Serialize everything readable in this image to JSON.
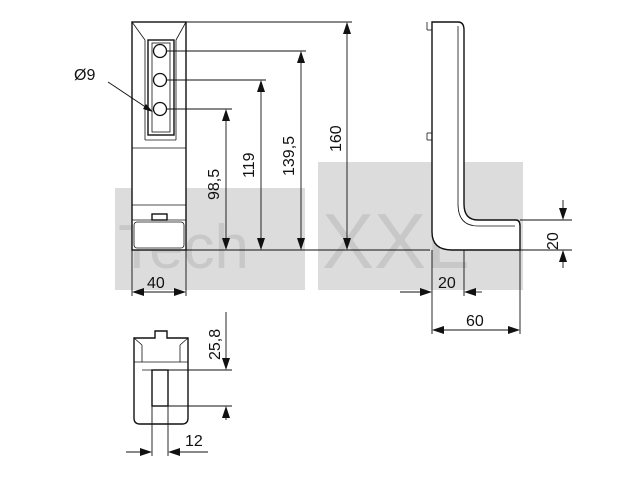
{
  "watermark": {
    "text1": "Tech",
    "text2": "XXL"
  },
  "dimensions": {
    "hole_diameter": "Ø9",
    "height_98_5": "98,5",
    "height_119": "119",
    "height_139_5": "139,5",
    "height_160": "160",
    "width_40": "40",
    "side_height_20": "20",
    "side_foot_20": "20",
    "side_width_60": "60",
    "bottom_25_8": "25,8",
    "bottom_width_12": "12"
  }
}
